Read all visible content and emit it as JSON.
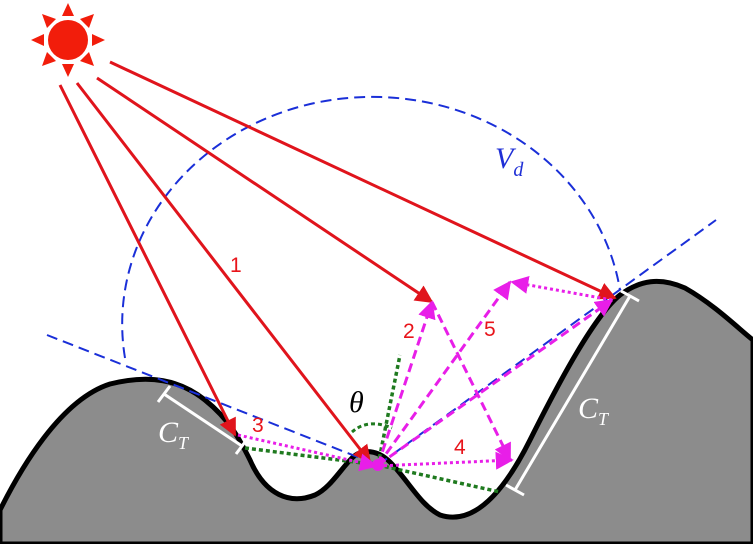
{
  "labels": {
    "ray_1": "1",
    "ray_2": "2",
    "ray_3": "3",
    "ray_4": "4",
    "ray_5": "5",
    "theta": "θ",
    "sky_view": {
      "main": "V",
      "sub": "d"
    },
    "curvature_left": {
      "main": "C",
      "sub": "T"
    },
    "curvature_right": {
      "main": "C",
      "sub": "T"
    }
  },
  "colors": {
    "sun": "#f21d0b",
    "direct_ray": "#e0141c",
    "reflected_ray": "#e81ee8",
    "horizon_line": "#1a2fd8",
    "normal_line": "#1f7a1f",
    "terrain_fill": "#8c8c8c",
    "terrain_outline": "#000000",
    "curvature_bar": "#ffffff"
  }
}
